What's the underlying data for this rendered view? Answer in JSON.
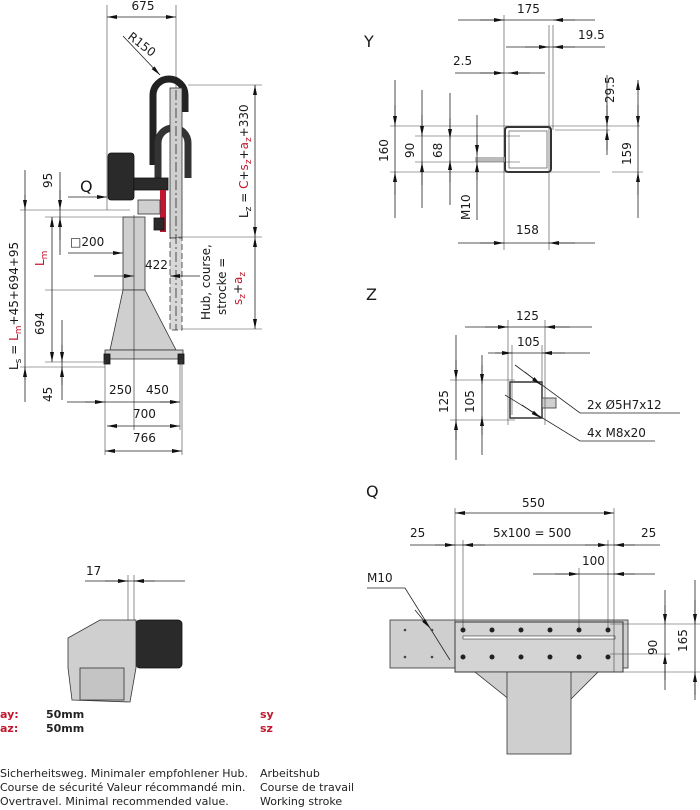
{
  "side_view": {
    "dim_675": "675",
    "radius": "R150",
    "q_marker": "Q",
    "dim_95": "95",
    "ls_formula": {
      "ls": "L",
      "ls_sub": "s",
      "eq": " = ",
      "lm": "L",
      "lm_sub": "m",
      "rest": "+45+694+95"
    },
    "lm_label": {
      "l": "L",
      "sub": "m"
    },
    "dim_694": "694",
    "dim_45": "45",
    "square_200": "□200",
    "dim_422": "422",
    "lz_formula": {
      "lz": "L",
      "lz_sub": "z",
      "eq": " = ",
      "c": "C",
      "plus1": "+",
      "s": "s",
      "s_sub": "z",
      "plus2": "+",
      "a": "a",
      "a_sub": "z",
      "rest": "+330"
    },
    "stroke_text": {
      "line1": "Hub, course,",
      "line2": "strocke =",
      "s": "s",
      "s_sub": "z",
      "plus": "+",
      "a": "a",
      "a_sub": "z"
    },
    "dim_250": "250",
    "dim_450": "450",
    "dim_700": "700",
    "dim_766": "766"
  },
  "view_y": {
    "label": "Y",
    "dim_175": "175",
    "dim_19_5": "19.5",
    "dim_2_5": "2.5",
    "dim_29_5": "29.5",
    "dim_160": "160",
    "dim_90": "90",
    "dim_68": "68",
    "thread": "M10",
    "dim_159": "159",
    "dim_158": "158"
  },
  "view_z": {
    "label": "Z",
    "dim_125_h": "125",
    "dim_105_h": "105",
    "dim_125_v": "125",
    "dim_105_v": "105",
    "note_pins": "2x Ø5H7x12",
    "note_threads": "4x M8x20"
  },
  "view_q": {
    "label": "Q",
    "dim_550": "550",
    "dim_25_left": "25",
    "dim_pitch": "5x100 = 500",
    "dim_25_right": "25",
    "dim_100": "100",
    "thread": "M10",
    "dim_90": "90",
    "dim_165": "165"
  },
  "detail_view": {
    "dim_17": "17"
  },
  "legend": {
    "ay_label": "ay:",
    "ay_value": "50mm",
    "az_label": "az:",
    "az_value": "50mm",
    "sy_label": "sy",
    "sz_label": "sz",
    "overtravel_de": "Sicherheitsweg. Minimaler empfohlener Hub.",
    "overtravel_fr": "Course de sécurité Valeur récommandé min.",
    "overtravel_en": "Overtravel. Minimal recommended value.",
    "stroke_de": "Arbeitshub",
    "stroke_fr": "Course de travail",
    "stroke_en": "Working stroke"
  },
  "colors": {
    "accent_red": "#c0182f",
    "part_grey": "#cfcfcf",
    "dark": "#2a2a2a"
  }
}
